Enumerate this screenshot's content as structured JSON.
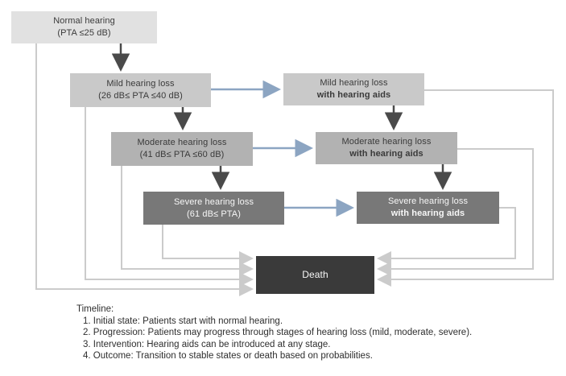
{
  "diagram": {
    "states": [
      {
        "id": "normal",
        "line1": "Normal hearing",
        "line2": "(PTA ≤25 dB)"
      },
      {
        "id": "mild",
        "line1": "Mild hearing loss",
        "line2": "(26 dB≤ PTA ≤40 dB)"
      },
      {
        "id": "mild_aids",
        "line1": "Mild hearing loss",
        "line2": "with hearing aids"
      },
      {
        "id": "moderate",
        "line1": "Moderate hearing loss",
        "line2": "(41 dB≤ PTA ≤60 dB)"
      },
      {
        "id": "moderate_aids",
        "line1": "Moderate hearing loss",
        "line2": "with hearing aids"
      },
      {
        "id": "severe",
        "line1": "Severe hearing loss",
        "line2": "(61 dB≤ PTA)"
      },
      {
        "id": "severe_aids",
        "line1": "Severe hearing loss",
        "line2": "with hearing aids"
      },
      {
        "id": "death",
        "line1": "Death"
      }
    ],
    "transitions": [
      {
        "from": "normal",
        "to": "mild",
        "style": "progression-dark"
      },
      {
        "from": "mild",
        "to": "moderate",
        "style": "progression-dark"
      },
      {
        "from": "moderate",
        "to": "severe",
        "style": "progression-dark"
      },
      {
        "from": "mild_aids",
        "to": "moderate_aids",
        "style": "progression-dark"
      },
      {
        "from": "moderate_aids",
        "to": "severe_aids",
        "style": "progression-dark"
      },
      {
        "from": "mild",
        "to": "mild_aids",
        "style": "intervention-blue"
      },
      {
        "from": "moderate",
        "to": "moderate_aids",
        "style": "intervention-blue"
      },
      {
        "from": "severe",
        "to": "severe_aids",
        "style": "intervention-blue"
      },
      {
        "from": "normal",
        "to": "death",
        "style": "death-gray"
      },
      {
        "from": "mild",
        "to": "death",
        "style": "death-gray"
      },
      {
        "from": "moderate",
        "to": "death",
        "style": "death-gray"
      },
      {
        "from": "severe",
        "to": "death",
        "style": "death-gray"
      },
      {
        "from": "mild_aids",
        "to": "death",
        "style": "death-gray"
      },
      {
        "from": "moderate_aids",
        "to": "death",
        "style": "death-gray"
      },
      {
        "from": "severe_aids",
        "to": "death",
        "style": "death-gray"
      }
    ],
    "colors": {
      "state_normal_bg": "#e1e1e1",
      "state_mild_bg": "#c9c9c9",
      "state_moderate_bg": "#b2b2b2",
      "state_severe_bg": "#787878",
      "state_death_bg": "#3a3a3a",
      "arrow_progression": "#4a4a4a",
      "arrow_intervention": "#8ca5c2",
      "arrow_death": "#cbcbcb"
    }
  },
  "timeline": {
    "heading": "Timeline:",
    "items": [
      "1. Initial state: Patients start with normal hearing.",
      "2. Progression: Patients may progress through stages of hearing loss (mild, moderate, severe).",
      "3. Intervention: Hearing aids can be introduced at any stage.",
      "4. Outcome: Transition to stable states or death based on probabilities."
    ]
  }
}
